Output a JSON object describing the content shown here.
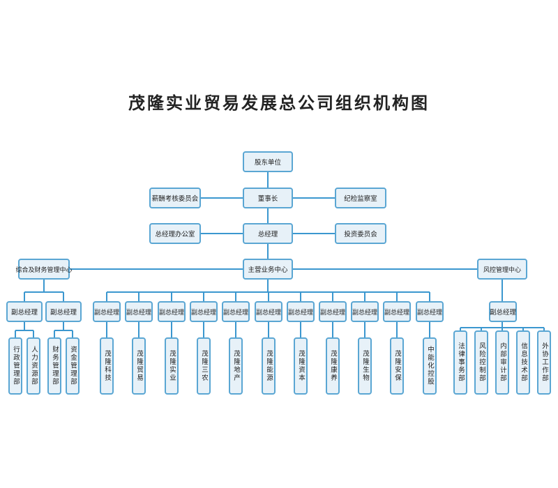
{
  "title": "茂隆实业贸易发展总公司组织机构图",
  "line_color": "#3b97cf",
  "box_border": "#5aa6d3",
  "box_fill": "#e7f1f8",
  "top": {
    "shareholders": "股东单位",
    "chairman": "董事长",
    "compensation_committee": "薪酬考核委员会",
    "discipline_office": "纪检监察室",
    "general_manager": "总经理",
    "gm_office": "总经理办公室",
    "investment_committee": "投资委员会"
  },
  "centers": {
    "finance": "综合及财务管理中心",
    "business": "主营业务中心",
    "risk": "风控管理中心"
  },
  "finance": {
    "deputies": [
      "副总经理",
      "副总经理"
    ],
    "departments": [
      "行政管理部",
      "人力资源部",
      "财务管理部",
      "资金管理部"
    ]
  },
  "business": {
    "deputies": [
      "副总经理",
      "副总经理",
      "副总经理",
      "副总经理",
      "副总经理",
      "副总经理",
      "副总经理",
      "副总经理",
      "副总经理",
      "副总经理",
      "副总经理"
    ],
    "companies": [
      "茂隆科技",
      "茂隆贸易",
      "茂隆实业",
      "茂隆三农",
      "茂隆地产",
      "茂隆能源",
      "茂隆资本",
      "茂隆康养",
      "茂隆生物",
      "茂隆安保",
      "中能化控股"
    ]
  },
  "risk": {
    "deputy": "副总经理",
    "departments": [
      "法律事务部",
      "风险控制部",
      "内部审计部",
      "信息技术部",
      "外协工作部"
    ]
  }
}
